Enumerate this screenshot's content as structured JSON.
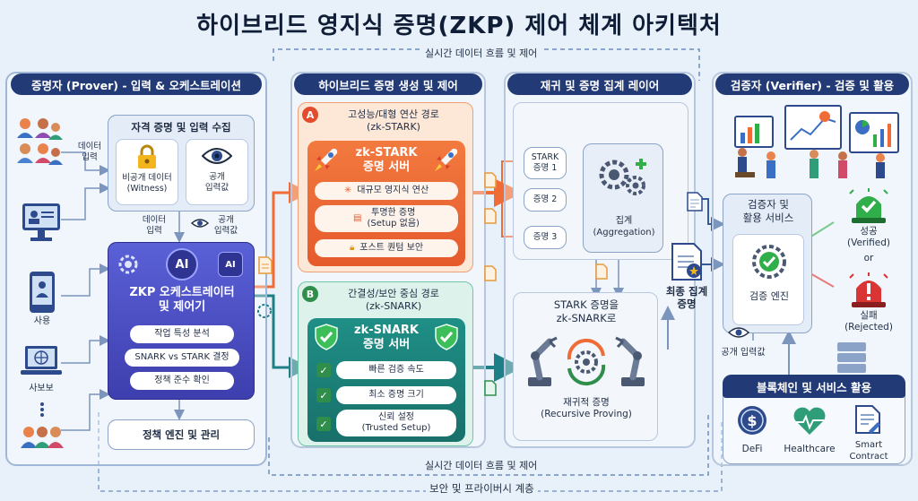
{
  "title": "하이브리드 영지식 증명(ZKP) 제어 체계 아키텍처",
  "flows": {
    "top": "실시간 데이터 흐름 및 제어",
    "bottom": "실시간 데이터 흐름 및 제어",
    "security_layer": "보안 및 프라이버시 계층"
  },
  "prover": {
    "header": "증명자 (Prover) - 입력 & 오케스트레이션",
    "data_input_left": "데이터\n입력",
    "users_label": "사용",
    "boss_label": "사보보",
    "collection": {
      "title": "자격 증명 및 입력 수집",
      "witness": "비공개 데이터\n(Witness)",
      "public": "공개\n입력값"
    },
    "data_input_mid": "데이터\n입력",
    "public_input_mid": "공개\n입력값",
    "orchestrator": {
      "ai": "AI",
      "title": "ZKP 오케스트레이터\n및 제어기",
      "items": [
        "작업 특성 분석",
        "SNARK vs STARK 결정",
        "정책 준수 확인"
      ]
    },
    "policy": "정책 엔진 및 관리"
  },
  "hybrid": {
    "header": "하이브리드 증명 생성 및 제어",
    "path_a": {
      "letter": "A",
      "title": "고성능/대형 연산 경로\n(zk-STARK)",
      "server": "zk-STARK\n증명 서버",
      "items": [
        "대규모 영지식 연산",
        "투명한 증명\n(Setup 없음)",
        "포스트 퀀텀 보안"
      ]
    },
    "path_b": {
      "letter": "B",
      "title": "간결성/보안 중심 경로\n(zk-SNARK)",
      "server": "zk-SNARK\n증명 서버",
      "items": [
        "빠른 검증 속도",
        "최소 증명 크기",
        "신뢰 설정\n(Trusted Setup)"
      ]
    }
  },
  "aggregation": {
    "header": "재귀 및 증명 집계 레이어",
    "proofs": [
      "STARK\n증명 1",
      "증명 2",
      "증명 3"
    ],
    "agg": "집계\n(Aggregation)",
    "recursive_title": "STARK 증명을\nzk-SNARK로",
    "recursive": "재귀적 증명\n(Recursive Proving)",
    "final": "최종 집계\n증명"
  },
  "verifier": {
    "header": "검증자 (Verifier) - 검증 및 활용",
    "service": "검증자 및\n활용 서비스",
    "engine": "검증 엔진",
    "success": "성공\n(Verified)",
    "or": "or",
    "fail": "실패\n(Rejected)",
    "public_input": "공개 입력값",
    "blockchain": {
      "title": "블록체인 및 서비스 활용",
      "items": [
        "DeFi",
        "Healthcare",
        "Smart\nContract"
      ]
    }
  },
  "colors": {
    "navy": "#223a75",
    "stark": "#ef6c37",
    "snark": "#1f8f86",
    "orchestrator": "#5055c8",
    "success": "#2fae4a",
    "fail": "#d93535"
  }
}
